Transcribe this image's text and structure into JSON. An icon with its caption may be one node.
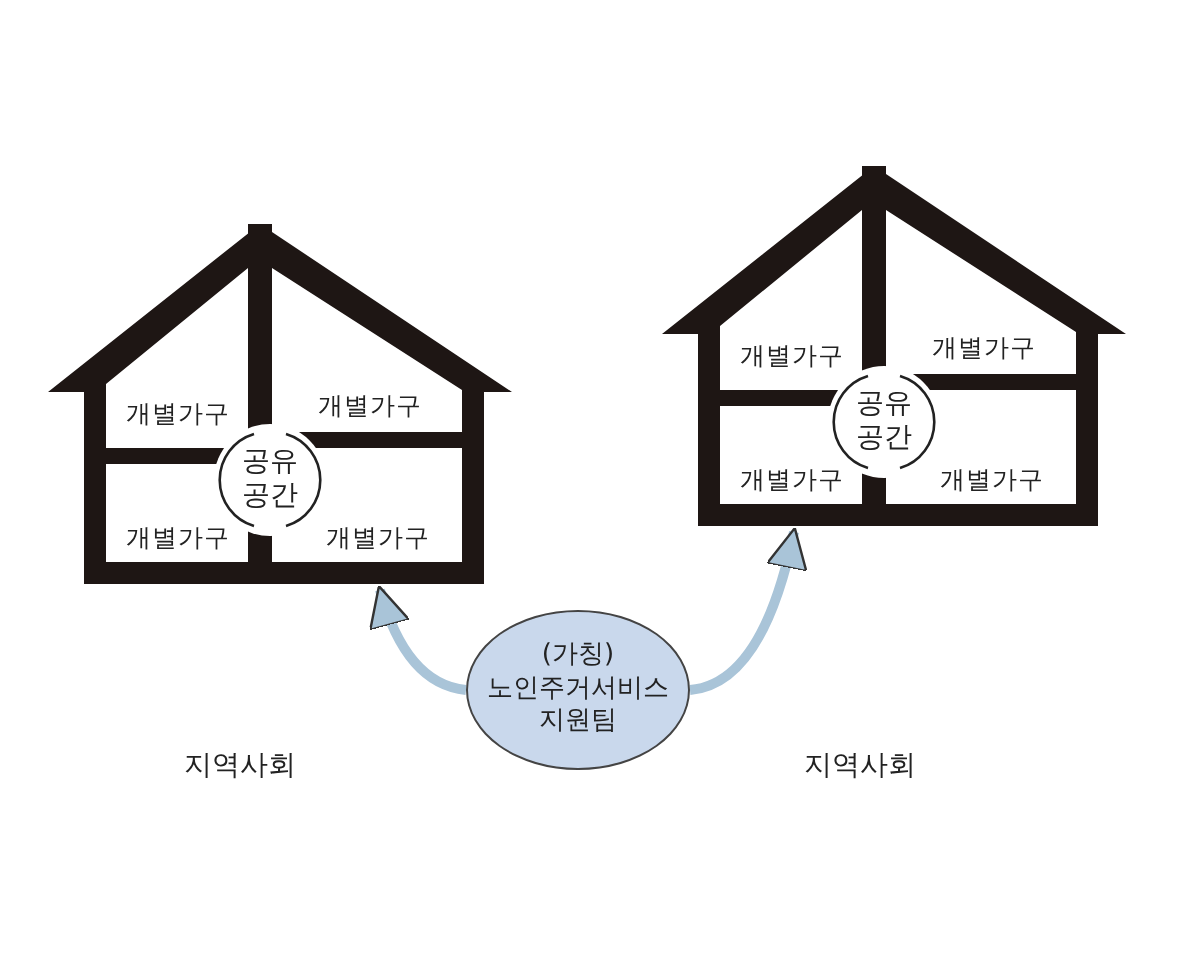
{
  "diagram": {
    "nodes": [
      {
        "text": [],
        "shape": "house"
      },
      {
        "text": [
          "개별가구"
        ],
        "in": 0
      },
      {
        "text": [
          "개별가구"
        ],
        "in": 0
      },
      {
        "text": [
          "공유 공간"
        ],
        "in": 0
      },
      {
        "text": [
          "개별가구"
        ],
        "in": 0
      },
      {
        "text": [
          "개별가구"
        ],
        "in": 0
      },
      {
        "text": [],
        "shape": "house"
      },
      {
        "text": [
          "개별가구"
        ],
        "in": 6
      },
      {
        "text": [
          "개별가구"
        ],
        "in": 6
      },
      {
        "text": [
          "공유 공간"
        ],
        "in": 6
      },
      {
        "text": [
          "개별가구"
        ],
        "in": 6
      },
      {
        "text": [
          "개별가구"
        ],
        "in": 6
      },
      {
        "text": [
          "(가칭) 노인주거서비스 지원팀"
        ]
      }
    ],
    "edges": [
      {
        "from": 12,
        "to": 0,
        "arrow": "to"
      },
      {
        "from": 12,
        "to": 6,
        "arrow": "to"
      }
    ],
    "labels": [
      "지역사회",
      "지역사회"
    ]
  }
}
